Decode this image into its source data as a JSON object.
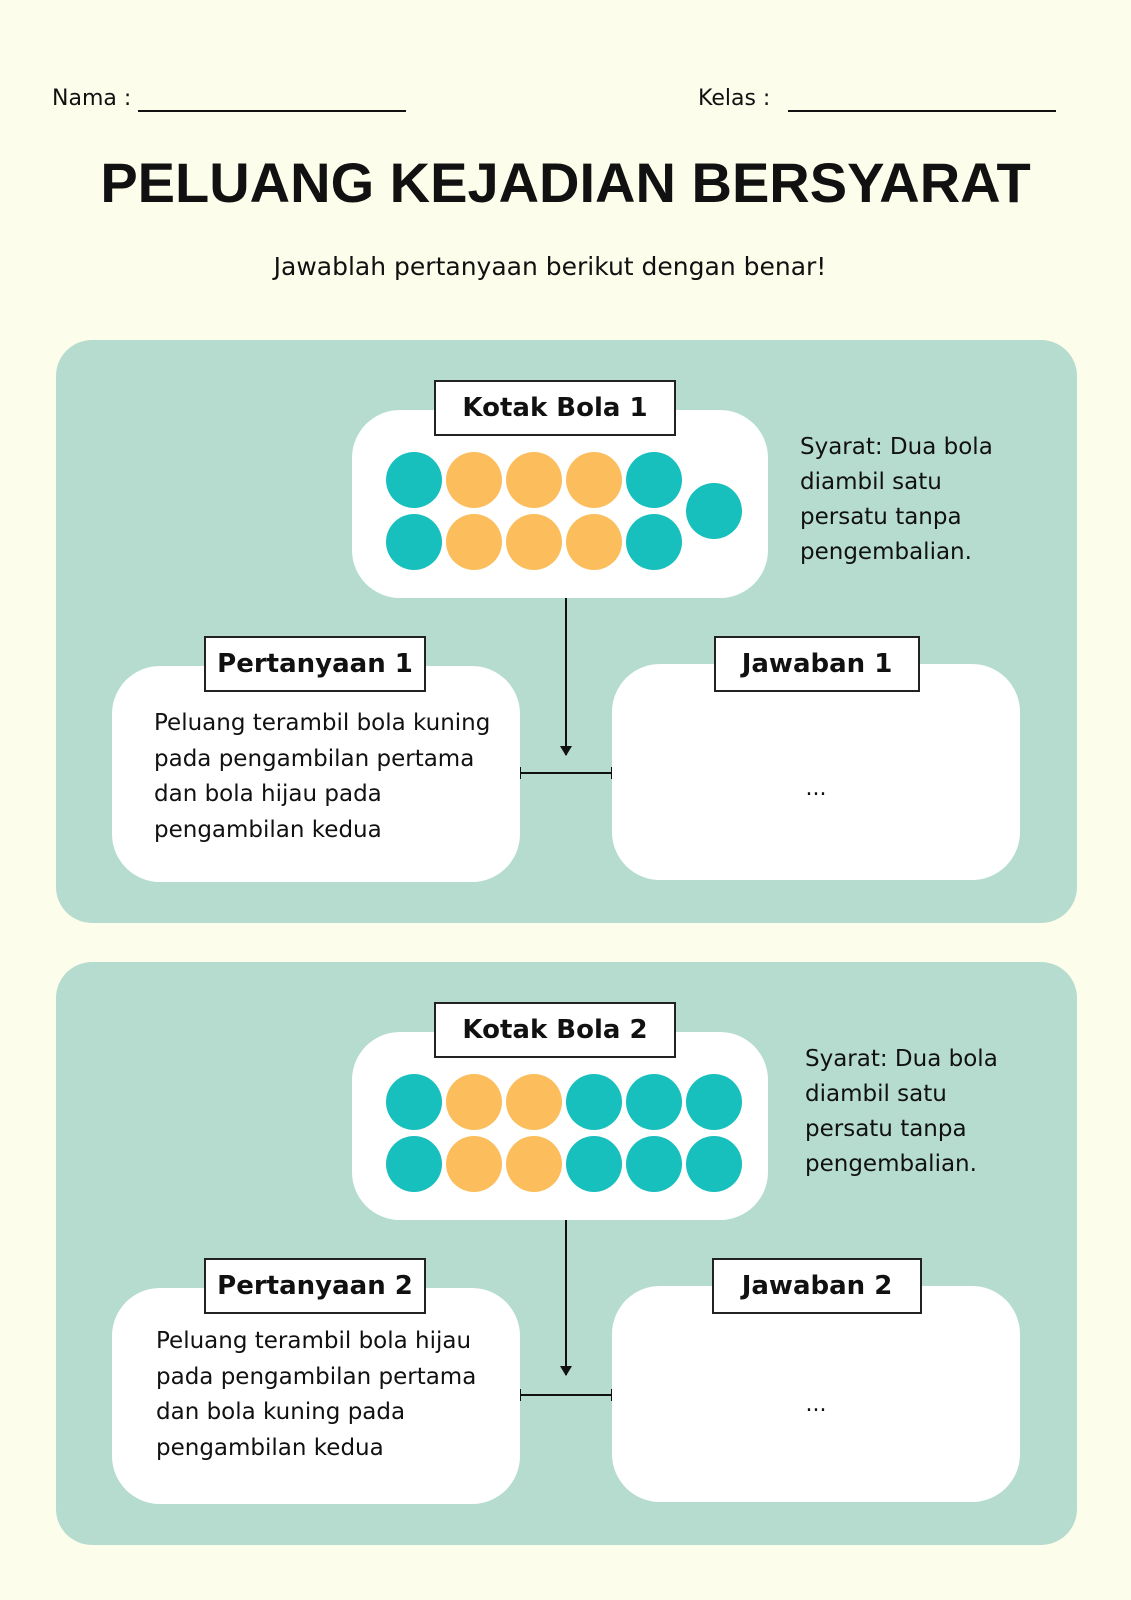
{
  "header": {
    "nama_label": "Nama :",
    "kelas_label": "Kelas :",
    "title": "PELUANG KEJADIAN BERSYARAT",
    "instruction": "Jawablah pertanyaan berikut dengan benar!"
  },
  "colors": {
    "background": "#fdfdeb",
    "panel": "#b6dccf",
    "teal": "#17bfbd",
    "orange": "#fcbe5c"
  },
  "sections": [
    {
      "box_title": "Kotak Bola 1",
      "balls_row1": [
        "teal",
        "orange",
        "orange",
        "orange",
        "teal"
      ],
      "balls_row2": [
        "teal",
        "orange",
        "orange",
        "orange",
        "teal"
      ],
      "balls_extra": [
        "teal"
      ],
      "syarat": "Syarat: Dua bola diambil satu persatu tanpa pengembalian.",
      "question_title": "Pertanyaan 1",
      "question_text": "Peluang terambil bola kuning pada pengambilan pertama dan bola hijau pada pengambilan kedua",
      "answer_title": "Jawaban 1",
      "answer_value": "..."
    },
    {
      "box_title": "Kotak Bola 2",
      "balls_row1": [
        "teal",
        "orange",
        "orange",
        "teal",
        "teal",
        "teal"
      ],
      "balls_row2": [
        "teal",
        "orange",
        "orange",
        "teal",
        "teal",
        "teal"
      ],
      "balls_extra": [],
      "syarat": "Syarat: Dua bola diambil satu persatu tanpa pengembalian.",
      "question_title": "Pertanyaan 2",
      "question_text": "Peluang terambil bola hijau pada pengambilan pertama dan bola kuning pada pengambilan kedua",
      "answer_title": "Jawaban 2",
      "answer_value": "..."
    }
  ]
}
